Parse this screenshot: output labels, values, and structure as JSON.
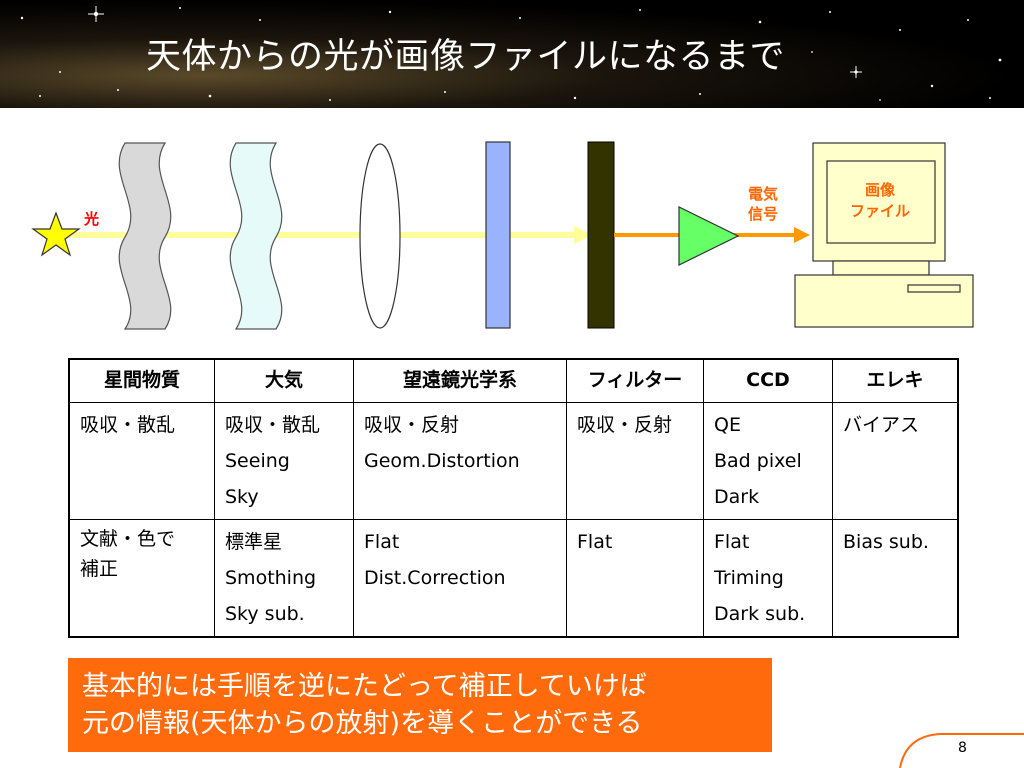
{
  "slide": {
    "title": "天体からの光が画像ファイルになるまで",
    "page_number": "8"
  },
  "diagram": {
    "light_label": "光",
    "signal_label_line1": "電気",
    "signal_label_line2": "信号",
    "image_label_line1": "画像",
    "image_label_line2": "ファイル",
    "colors": {
      "light_beam": "#ffff99",
      "signal_arrow": "#ff9900",
      "star": "#ffff00",
      "interstellar": "#d9d9d9",
      "atmosphere": "#e6fafa",
      "filter": "#99b3ff",
      "ccd": "#333300",
      "amplifier": "#66ff66",
      "computer": "#ffffcc"
    }
  },
  "table": {
    "headers": [
      "星間物質",
      "大気",
      "望遠鏡光学系",
      "フィルター",
      "CCD",
      "エレキ"
    ],
    "rows": [
      [
        [
          "吸収・散乱"
        ],
        [
          "吸収・散乱",
          "Seeing",
          "Sky"
        ],
        [
          "吸収・反射",
          "Geom.Distortion"
        ],
        [
          "吸収・反射"
        ],
        [
          "QE",
          "Bad pixel",
          "Dark"
        ],
        [
          "バイアス"
        ]
      ],
      [
        [
          "文献・色で",
          "補正"
        ],
        [
          "標準星",
          "Smothing",
          "Sky sub."
        ],
        [
          "Flat",
          "Dist.Correction"
        ],
        [
          "Flat"
        ],
        [
          "Flat",
          "Triming",
          "Dark sub."
        ],
        [
          "Bias sub."
        ]
      ]
    ]
  },
  "note": {
    "line1": "基本的には手順を逆にたどって補正していけば",
    "line2": "元の情報(天体からの放射)を導くことができる"
  }
}
